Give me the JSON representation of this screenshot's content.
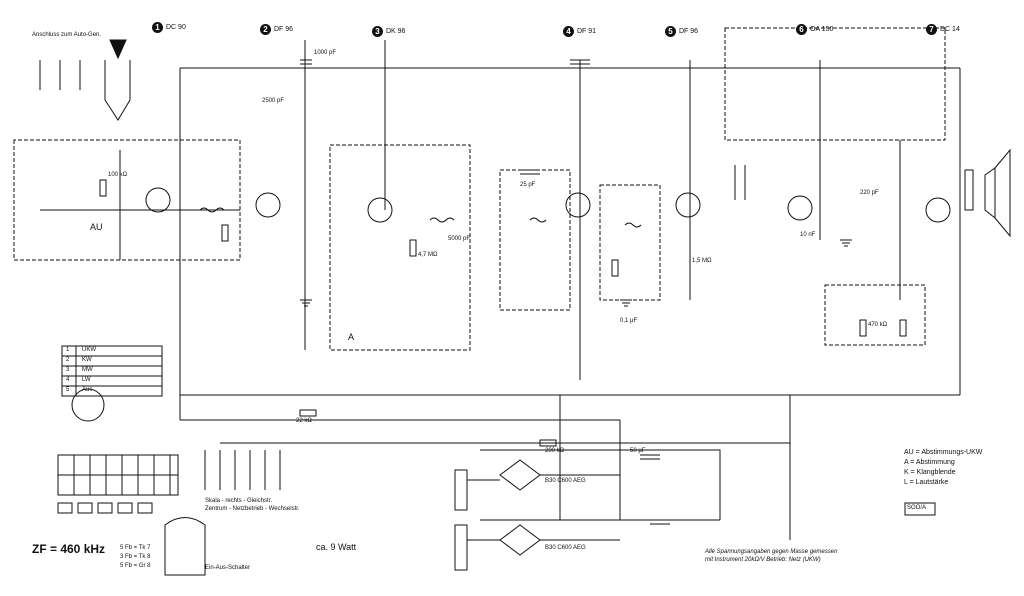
{
  "stages": [
    {
      "num": "1",
      "tube": "DC 90"
    },
    {
      "num": "2",
      "tube": "DF 96"
    },
    {
      "num": "3",
      "tube": "DK 96"
    },
    {
      "num": "4",
      "tube": "DF 91"
    },
    {
      "num": "5",
      "tube": "DF 96"
    },
    {
      "num": "6",
      "tube": "OA 150"
    },
    {
      "num": "7",
      "tube": "DC 14"
    }
  ],
  "labels": {
    "top_left_caption": "Anschluss zum Auto-Gen.",
    "au_block": "AU",
    "point_a": "A",
    "zf_freq": "ZF = 460 kHz",
    "power": "ca. 9 Watt",
    "part_number": "SOO/A",
    "switch_caption": "Ein-Aus-Schalter",
    "mid_caption_1": "Skala - rechts - Gleichstr.",
    "mid_caption_2": "Zentrum - Netzbetrieb - Wechselstr."
  },
  "legend": [
    "AU = Abstimmungs-UKW",
    "A = Abstimmung",
    "K = Klangblende",
    "L = Lautstärke"
  ],
  "band_table": [
    {
      "pos": "1",
      "band": "UKW"
    },
    {
      "pos": "2",
      "band": "KW"
    },
    {
      "pos": "3",
      "band": "MW"
    },
    {
      "pos": "4",
      "band": "LW"
    },
    {
      "pos": "5",
      "band": "Aus"
    }
  ],
  "switch_positions": [
    "5 Fb = Tk 7",
    "3 Fb = Tk 8",
    "5 Fb = Gr 8"
  ],
  "rectifier_labels": [
    "B30 C600 AEG",
    "B30 C600 AEG"
  ],
  "notes": [
    "Alle Spannungsangaben gegen Masse gemessen",
    "mit Instrument 20kΩ/V Betrieb: Netz (UKW)"
  ],
  "component_values": [
    "1000 pF",
    "2500 pF",
    "25 pF",
    "5000 pF",
    "100 kΩ",
    "4,7 MΩ",
    "50 μF",
    "0,1 μF",
    "470 kΩ",
    "220 pF",
    "22 kΩ",
    "1,5 MΩ",
    "10 nF",
    "200 kΩ"
  ]
}
